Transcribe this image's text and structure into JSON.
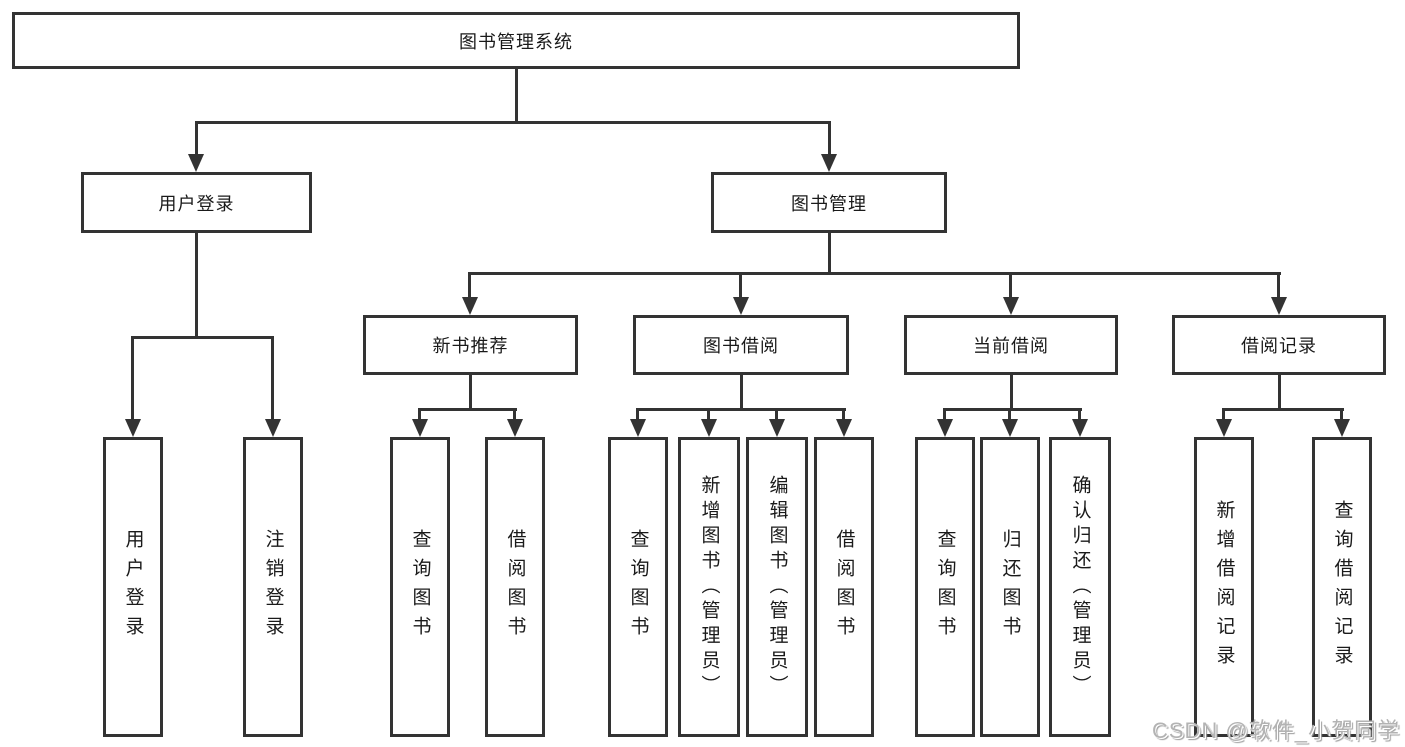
{
  "diagram": {
    "type": "hierarchy-diagram",
    "colors": {
      "line": "#333333",
      "text": "#1a1a1a",
      "background": "#ffffff",
      "watermark": "#b3b3b3"
    },
    "nodes": {
      "root": "图书管理系统",
      "l2": {
        "user_login": "用户登录",
        "book_mgmt": "图书管理"
      },
      "l3": {
        "new_book": "新书推荐",
        "book_borrow": "图书借阅",
        "current_borrow": "当前借阅",
        "borrow_record": "借阅记录"
      },
      "leaves": {
        "user_login_leaf": "用户登录",
        "logout": "注销登录",
        "nb_query": "查询图书",
        "nb_borrow": "借阅图书",
        "bb_query": "查询图书",
        "bb_add": "新增图书（管理员）",
        "bb_edit": "编辑图书（管理员）",
        "bb_borrow": "借阅图书",
        "cb_query": "查询图书",
        "cb_return": "归还图书",
        "cb_confirm": "确认归还（管理员）",
        "br_add": "新增借阅记录",
        "br_query": "查询借阅记录"
      }
    },
    "watermark": "CSDN @软件_小贺同学"
  }
}
